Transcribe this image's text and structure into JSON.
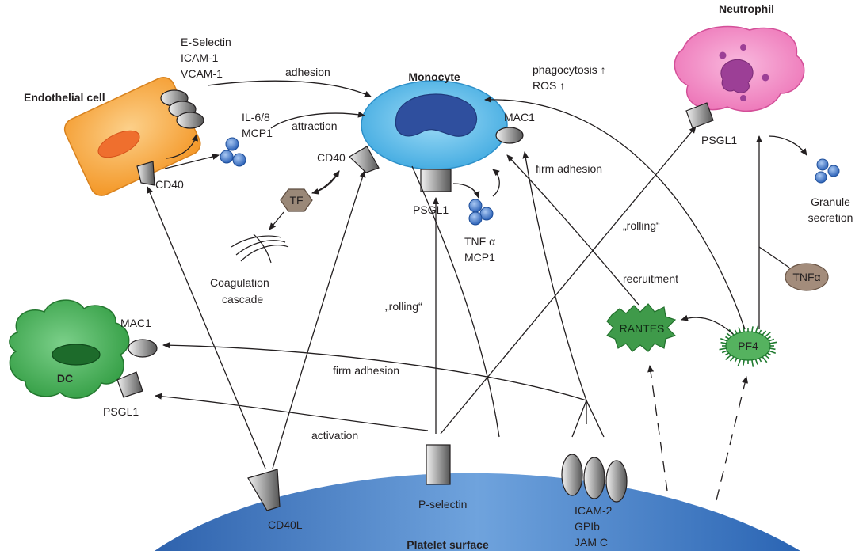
{
  "cells": {
    "endothelial": "Endothelial cell",
    "monocyte": "Monocyte",
    "neutrophil": "Neutrophil",
    "dc": "DC",
    "platelet": "Platelet surface"
  },
  "receptors": {
    "endo_line1": "E-Selectin",
    "endo_line2": "ICAM-1",
    "endo_line3": "VCAM-1",
    "endo_cd40": "CD40",
    "il_line1": "IL-6/8",
    "il_line2": "MCP1",
    "mono_cd40": "CD40",
    "mono_mac1": "MAC1",
    "mono_psgl1": "PSGL1",
    "tnf_line1": "TNF α",
    "tnf_line2": "MCP1",
    "tf": "TF",
    "coag_line1": "Coagulation",
    "coag_line2": "cascade",
    "neutro_psgl1": "PSGL1",
    "granule_line1": "Granule",
    "granule_line2": "secretion",
    "phago_line1": "phagocytosis ↑",
    "phago_line2": "ROS ↑",
    "tnfa": "TNFα",
    "rantes": "RANTES",
    "pf4": "PF4",
    "dc_mac1": "MAC1",
    "dc_psgl1": "PSGL1",
    "cd40l": "CD40L",
    "pselectin": "P-selectin",
    "icam_line1": "ICAM-2",
    "icam_line2": "GPIb",
    "icam_line3": "JAM C"
  },
  "interactions": {
    "adhesion": "adhesion",
    "attraction": "attraction",
    "firm_adhesion_mono": "firm adhesion",
    "rolling_neutro": "„rolling“",
    "rolling_mono": "„rolling“",
    "recruitment": "recruitment",
    "firm_adhesion_dc": "firm adhesion",
    "activation": "activation"
  },
  "colors": {
    "endothelial_fill": "#f7a83e",
    "monocyte_fill": "#56b9e8",
    "nucleus_fill": "#2f4f9e",
    "neutrophil_fill": "#f07fbf",
    "dc_fill": "#3aa047",
    "rantes_fill": "#3f9a4a",
    "platelet_fill": "#2f6fb8",
    "particle_fill": "#3f76c4"
  }
}
